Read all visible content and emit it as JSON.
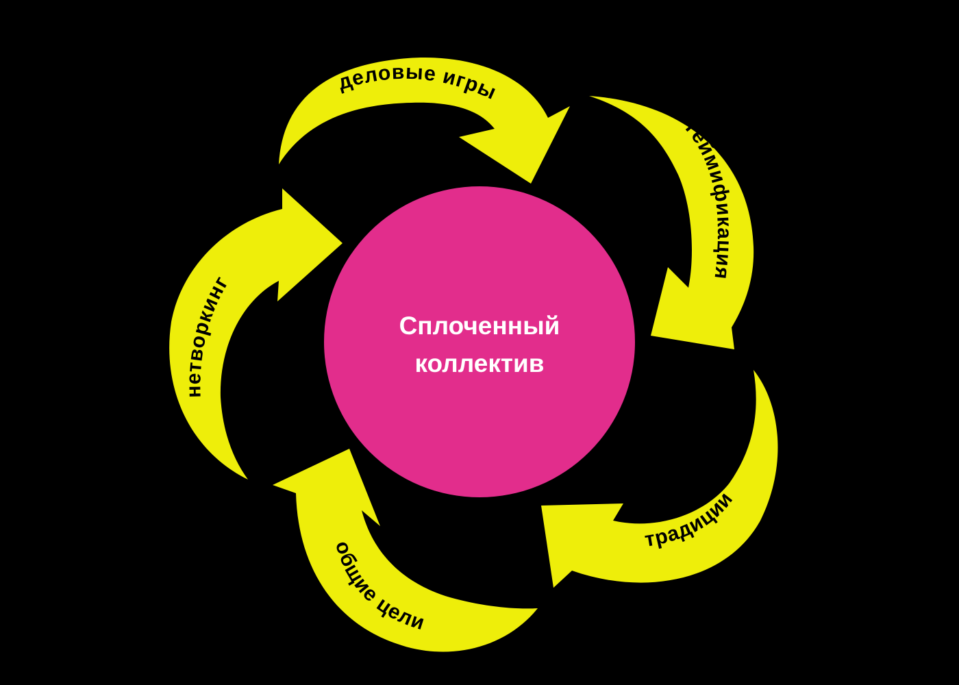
{
  "colors": {
    "background": "#000000",
    "arrow": "#EEEE0A",
    "center": "#E22D8C",
    "center_text": "#FFFFFF",
    "arrow_text": "#000000"
  },
  "center": {
    "line1": "Сплоченный",
    "line2": "коллектив"
  },
  "cycle": [
    {
      "id": "arrow-business-games",
      "label": "деловые игры"
    },
    {
      "id": "arrow-gamification",
      "label": "геймификация"
    },
    {
      "id": "arrow-traditions",
      "label": "традиции"
    },
    {
      "id": "arrow-common-goals",
      "label": "общие цели"
    },
    {
      "id": "arrow-networking",
      "label": "нетворкинг"
    }
  ]
}
